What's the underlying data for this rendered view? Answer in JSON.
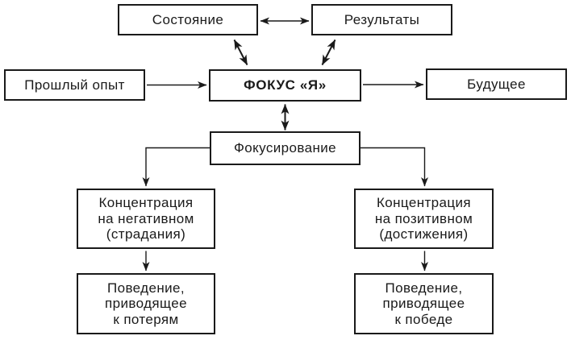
{
  "diagram": {
    "background": "#ffffff",
    "line_color": "#1a1a1a",
    "text_color": "#1a1a1a",
    "box_fill": "#ffffff",
    "nodes": {
      "state": "Состояние",
      "results": "Результаты",
      "past_experience": "Прошлый опыт",
      "focus_self": "ФОКУС «Я»",
      "future": "Будущее",
      "focusing": "Фокусирование",
      "concentration_negative": "Концентрация\nна негативном\n(страдания)",
      "concentration_positive": "Концентрация\nна позитивном\n(достижения)",
      "behavior_loss": "Поведение,\nприводящее\nк потерям",
      "behavior_win": "Поведение,\nприводящее\nк победе"
    },
    "edges": [
      {
        "from": "state",
        "to": "results",
        "type": "bidirectional"
      },
      {
        "from": "state",
        "to": "focus_self",
        "type": "bidirectional"
      },
      {
        "from": "results",
        "to": "focus_self",
        "type": "bidirectional"
      },
      {
        "from": "past_experience",
        "to": "focus_self",
        "type": "directed"
      },
      {
        "from": "focus_self",
        "to": "future",
        "type": "directed"
      },
      {
        "from": "focus_self",
        "to": "focusing",
        "type": "bidirectional"
      },
      {
        "from": "focusing",
        "to": "concentration_negative",
        "type": "directed"
      },
      {
        "from": "focusing",
        "to": "concentration_positive",
        "type": "directed"
      },
      {
        "from": "concentration_negative",
        "to": "behavior_loss",
        "type": "directed"
      },
      {
        "from": "concentration_positive",
        "to": "behavior_win",
        "type": "directed"
      }
    ]
  }
}
